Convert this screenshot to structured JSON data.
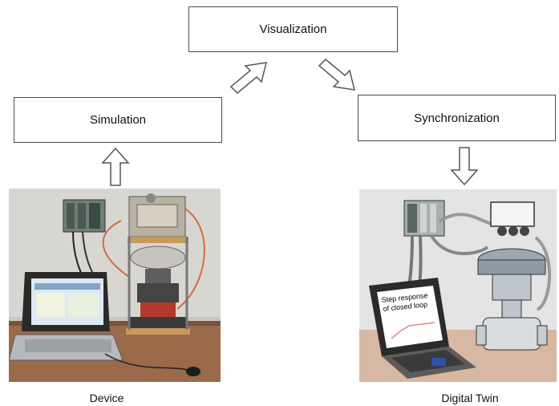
{
  "boxes": {
    "visualization": "Visualization",
    "simulation": "Simulation",
    "synchronization": "Synchronization"
  },
  "captions": {
    "device": "Device",
    "digital_twin": "Digital Twin"
  },
  "laptop_screen_text": {
    "line1": "Step response",
    "line2": "of closed loop"
  },
  "icons": [
    "up-arrow-icon",
    "diagonal-arrow-icon",
    "down-arrow-icon",
    "device-photo",
    "digital-twin-illustration"
  ]
}
